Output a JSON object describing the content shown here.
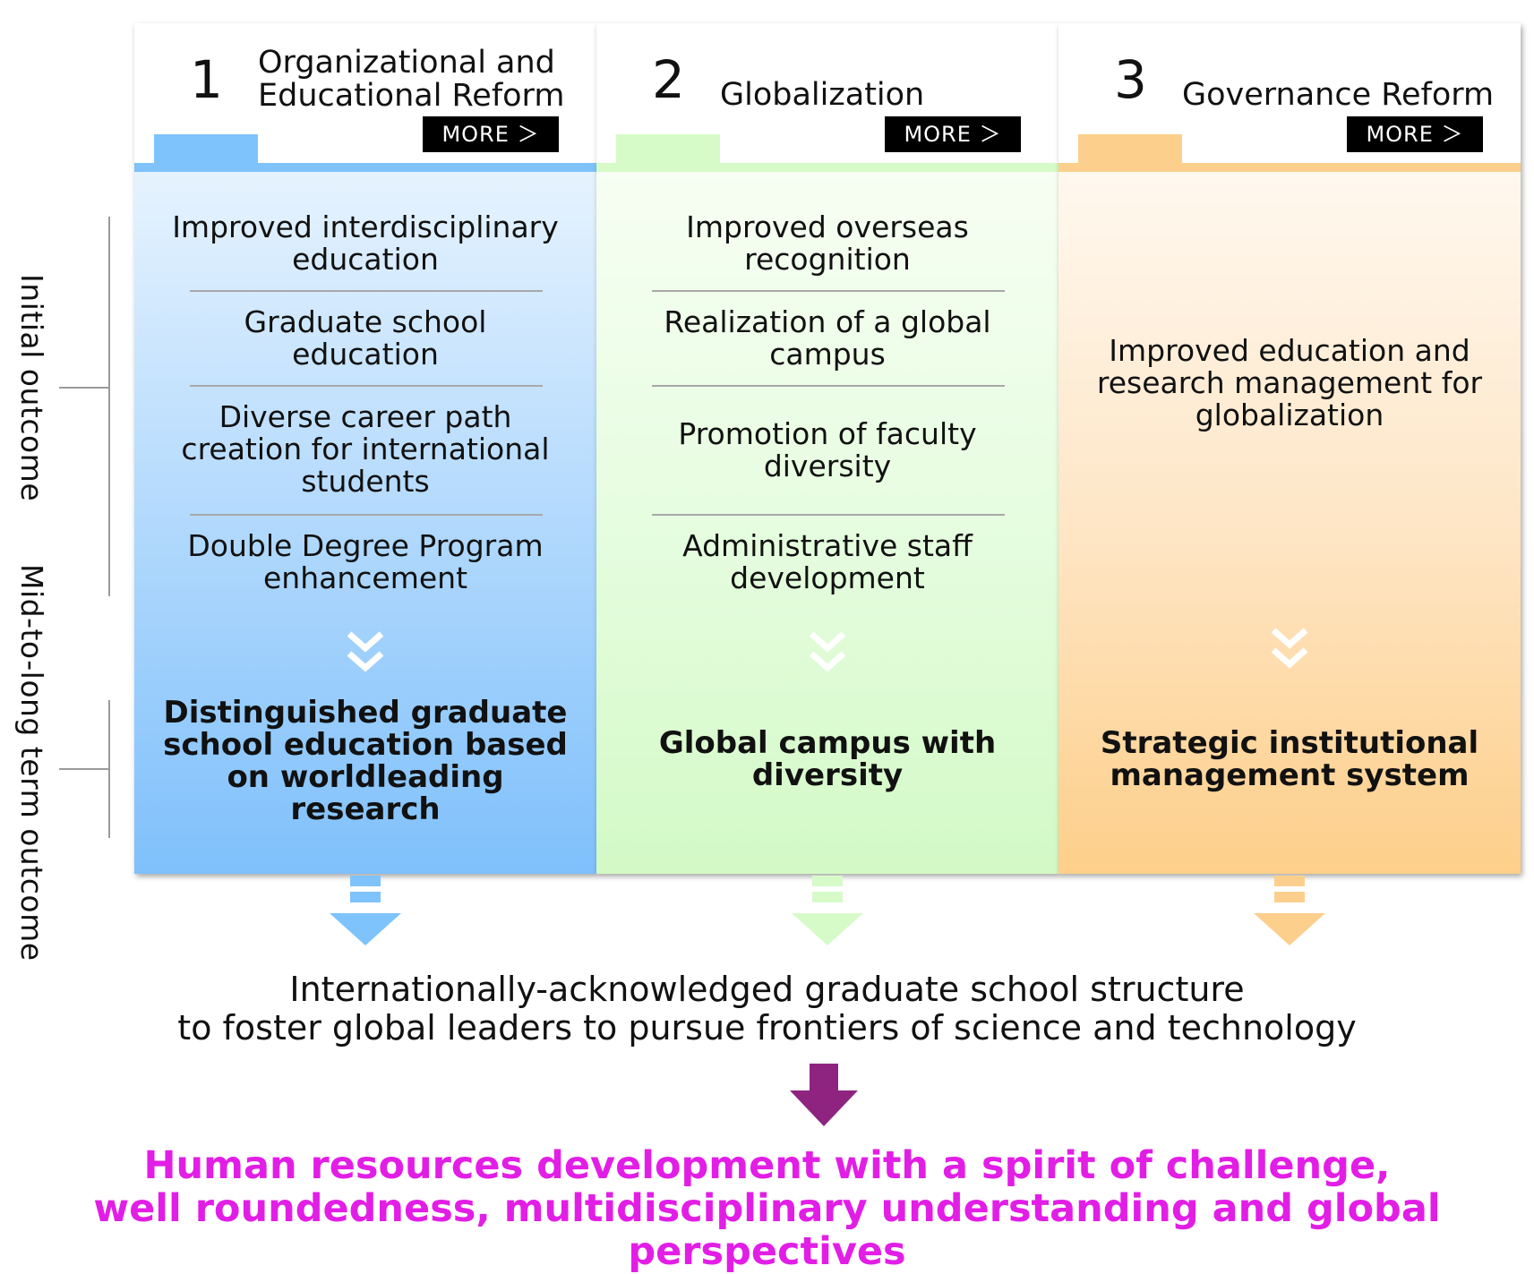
{
  "axis_labels": {
    "initial": "Initial outcome",
    "midlong": "Mid-to-long term outcome"
  },
  "columns": [
    {
      "number": "1",
      "title": "Organizational and Educational Reform",
      "more_label": "MORE ＞",
      "accent_color": "#7ec3fb",
      "items": [
        "Improved interdisciplinary education",
        "Graduate school education",
        "Diverse career path creation for international students",
        "Double Degree Program enhancement"
      ],
      "outcome": "Distinguished graduate school education based on worldleading research"
    },
    {
      "number": "2",
      "title": "Globalization",
      "more_label": "MORE ＞",
      "accent_color": "#d6fbc9",
      "items": [
        "Improved overseas recognition",
        "Realization of a global campus",
        "Promotion of faculty diversity",
        "Administrative staff development"
      ],
      "outcome": "Global campus with diversity"
    },
    {
      "number": "3",
      "title": "Governance Reform",
      "more_label": "MORE ＞",
      "accent_color": "#fdcf8c",
      "items": [
        "Improved education and research management for globalization"
      ],
      "outcome": "Strategic institutional management system"
    }
  ],
  "structure_text_line1": "Internationally-acknowledged graduate school structure",
  "structure_text_line2": "to foster global leaders to pursue frontiers of science and technology",
  "final_text_line1": "Human resources development with a spirit of challenge,",
  "final_text_line2": "well roundedness, multidisciplinary understanding and global perspectives",
  "colors": {
    "final_text": "#e21ee6",
    "purple_arrow": "#8e2480"
  }
}
